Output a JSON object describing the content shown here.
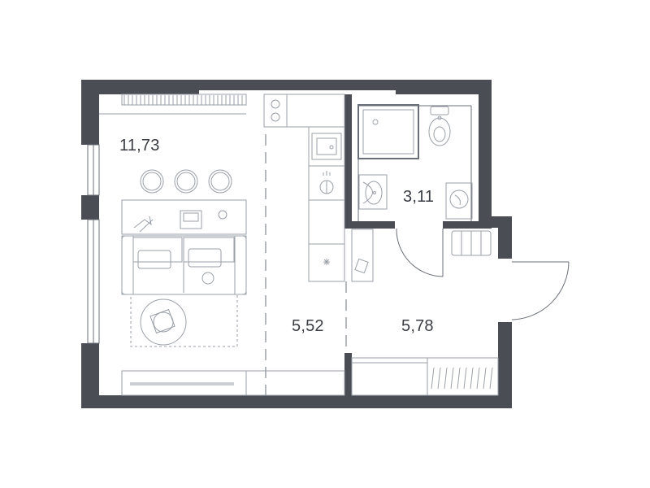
{
  "rooms": {
    "living": {
      "area": "11,73"
    },
    "kitchen": {
      "area": "5,52"
    },
    "bathroom": {
      "area": "3,11"
    },
    "hallway": {
      "area": "5,78"
    }
  },
  "colors": {
    "wall": "#4a4d54",
    "furniture": "#9aa0a8",
    "label": "#3a3d44"
  }
}
